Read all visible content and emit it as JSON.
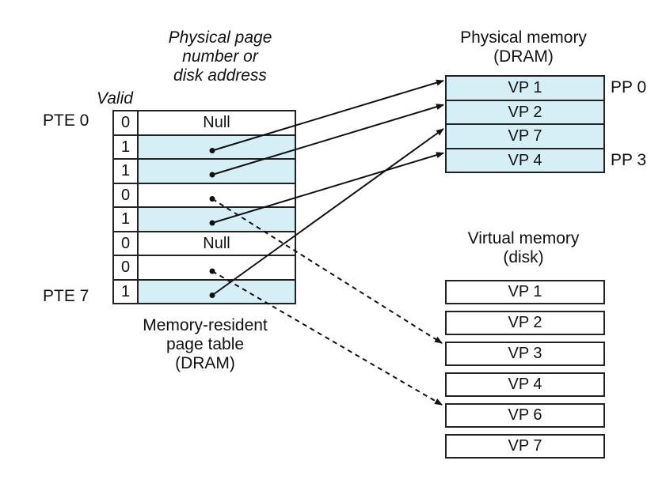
{
  "page_table": {
    "header": "Physical page number or disk address",
    "header_lines": [
      "Physical page",
      "number or",
      "disk address"
    ],
    "valid_label": "Valid",
    "pte_first_label": "PTE 0",
    "pte_last_label": "PTE 7",
    "caption_lines": [
      "Memory-resident",
      "page table",
      "(DRAM)"
    ],
    "rows": [
      {
        "valid": "0",
        "addr": "Null",
        "resident": false
      },
      {
        "valid": "1",
        "addr": "",
        "resident": true,
        "points_to": "VP 1"
      },
      {
        "valid": "1",
        "addr": "",
        "resident": true,
        "points_to": "VP 2"
      },
      {
        "valid": "0",
        "addr": "",
        "resident": false,
        "points_to_disk": "VP 3"
      },
      {
        "valid": "1",
        "addr": "",
        "resident": true,
        "points_to": "VP 4"
      },
      {
        "valid": "0",
        "addr": "Null",
        "resident": false
      },
      {
        "valid": "0",
        "addr": "",
        "resident": false,
        "points_to_disk": "VP 6"
      },
      {
        "valid": "1",
        "addr": "",
        "resident": true,
        "points_to": "VP 7"
      }
    ]
  },
  "physical_memory": {
    "title_lines": [
      "Physical memory",
      "(DRAM)"
    ],
    "cells": [
      "VP 1",
      "VP 2",
      "VP 7",
      "VP 4"
    ],
    "pp_first_label": "PP 0",
    "pp_last_label": "PP 3"
  },
  "virtual_memory": {
    "title_lines": [
      "Virtual memory",
      "(disk)"
    ],
    "cells": [
      "VP 1",
      "VP 2",
      "VP 3",
      "VP 4",
      "VP 6",
      "VP 7"
    ]
  },
  "colors": {
    "resident_fill": "#d6eef6",
    "line": "#111111"
  }
}
